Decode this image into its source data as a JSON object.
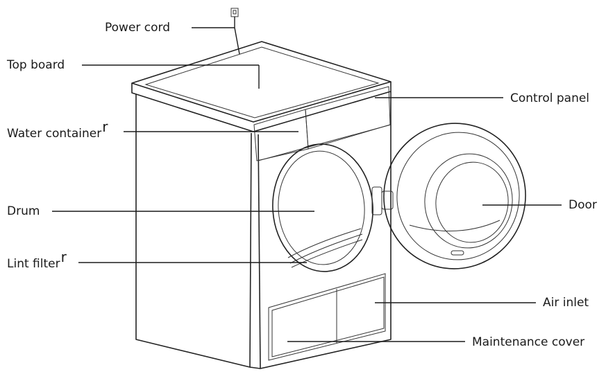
{
  "diagram": {
    "labels": {
      "power_cord": "Power cord",
      "top_board": "Top board",
      "water_container": "Water container",
      "water_container_mark": "r",
      "drum": "Drum",
      "lint_filter": "Lint filter",
      "lint_filter_mark": "r",
      "control_panel": "Control panel",
      "door": "Door",
      "air_inlet": "Air inlet",
      "maintenance_cover": "Maintenance cover"
    },
    "colors": {
      "line": "#1a1a1a",
      "background": "#ffffff"
    }
  }
}
